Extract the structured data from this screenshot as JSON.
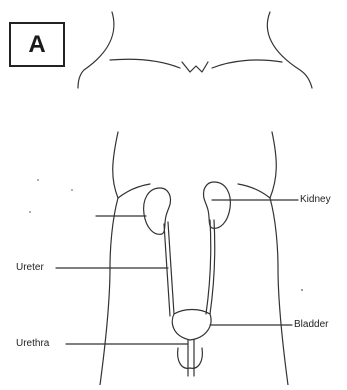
{
  "panel": {
    "letter": "A"
  },
  "labels": {
    "kidney": "Kidney",
    "ureter": "Ureter",
    "bladder": "Bladder",
    "urethra": "Urethra"
  }
}
